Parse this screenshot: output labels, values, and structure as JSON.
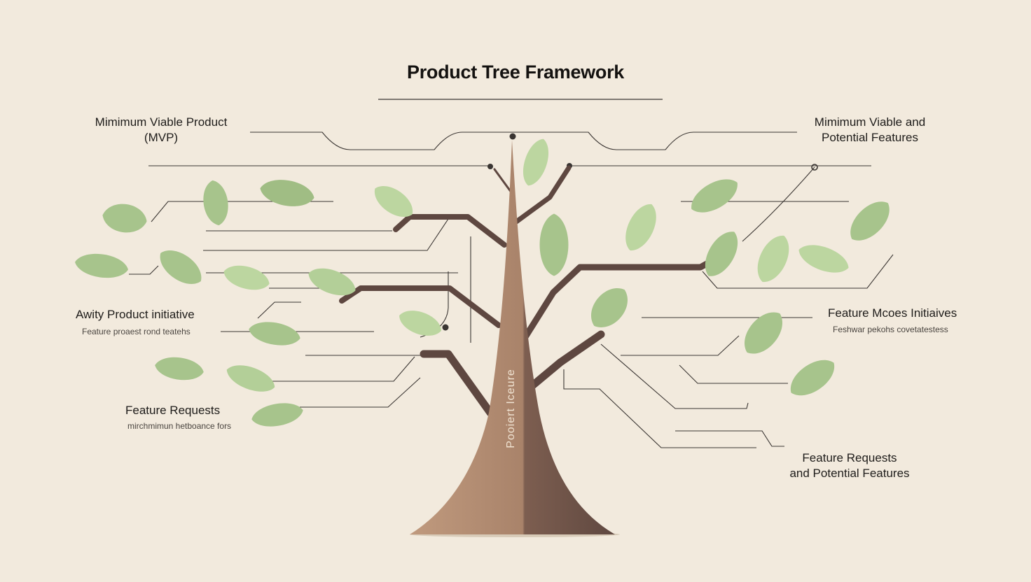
{
  "title": "Product Tree Framework",
  "labels": {
    "top_left": "Mimimum Viable Product\n(MVP)",
    "top_right": "Mimimum Viable and\nPotential Features",
    "mid_left": "Awity Product initiative",
    "mid_left_sub": "Feature proaest rond teatehs",
    "mid_right": "Feature Mcoes Initiaives",
    "mid_right_sub": "Feshwar pekohs covetatestess",
    "low_left": "Feature Requests",
    "low_left_sub": "mirchmimun hetboance fors",
    "low_right": "Feature Requests\nand Potential Features",
    "trunk": "Pooiert Iceure"
  },
  "colors": {
    "background": "#f2eadd",
    "leaf": "#a7c48c",
    "leaf_light": "#bcd6a0",
    "trunk": "#b08a70",
    "trunk_shadow": "#6b4e42",
    "branch": "#5e4740",
    "connector": "#3a3532"
  }
}
